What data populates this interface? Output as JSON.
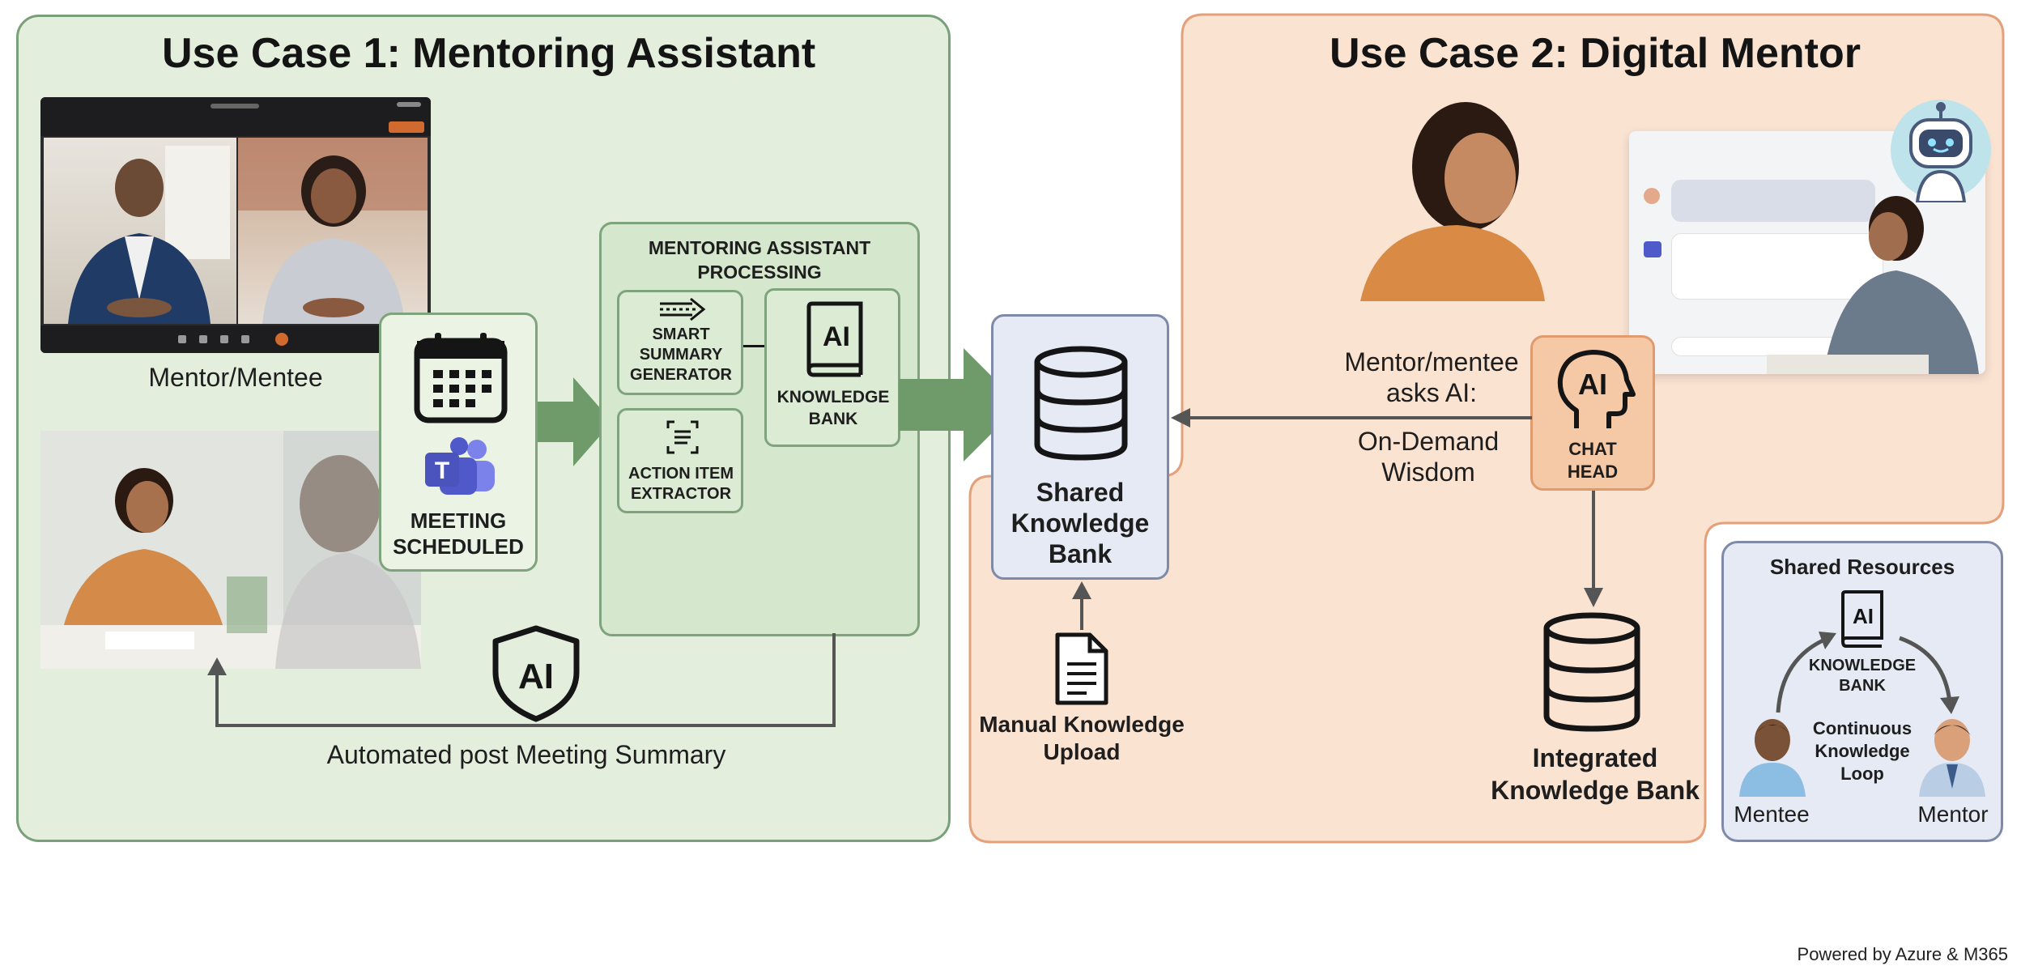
{
  "use_case_1": {
    "title": "Use Case 1: Mentoring Assistant",
    "video_caption": "Mentor/Mentee",
    "meeting_label": "MEETING\nSCHEDULED",
    "processing_title": "MENTORING ASSISTANT\nPROCESSING",
    "smart_summary": "SMART\nSUMMARY\nGENERATOR",
    "action_item": "ACTION ITEM\nEXTRACTOR",
    "knowledge_bank": "KNOWLEDGE\nBANK",
    "ai_badge": "AI",
    "summary_caption": "Automated post Meeting Summary"
  },
  "center": {
    "shared_bank": "Shared\nKnowledge\nBank",
    "manual_upload": "Manual Knowledge\nUpload"
  },
  "use_case_2": {
    "title": "Use Case 2: Digital Mentor",
    "asks_ai": "Mentor/mentee\nasks AI:",
    "on_demand": "On-Demand\nWisdom",
    "chat_head": "CHAT\nHEAD",
    "ai_badge": "AI",
    "integrated_bank": "Integrated\nKnowledge Bank"
  },
  "shared_resources": {
    "title": "Shared Resources",
    "knowledge_bank": "KNOWLEDGE\nBANK",
    "ai_badge": "AI",
    "loop": "Continuous\nKnowledge\nLoop",
    "mentee": "Mentee",
    "mentor": "Mentor"
  },
  "footer": "Powered by Azure & M365",
  "colors": {
    "green_panel": "#e3eedd",
    "green_border": "#7aa079",
    "orange_panel": "#fbe3d2",
    "orange_border": "#e4a07a",
    "blue_box": "#e6eaf5",
    "blue_border": "#7f8aa8",
    "arrow_green": "#6f9a6a"
  }
}
